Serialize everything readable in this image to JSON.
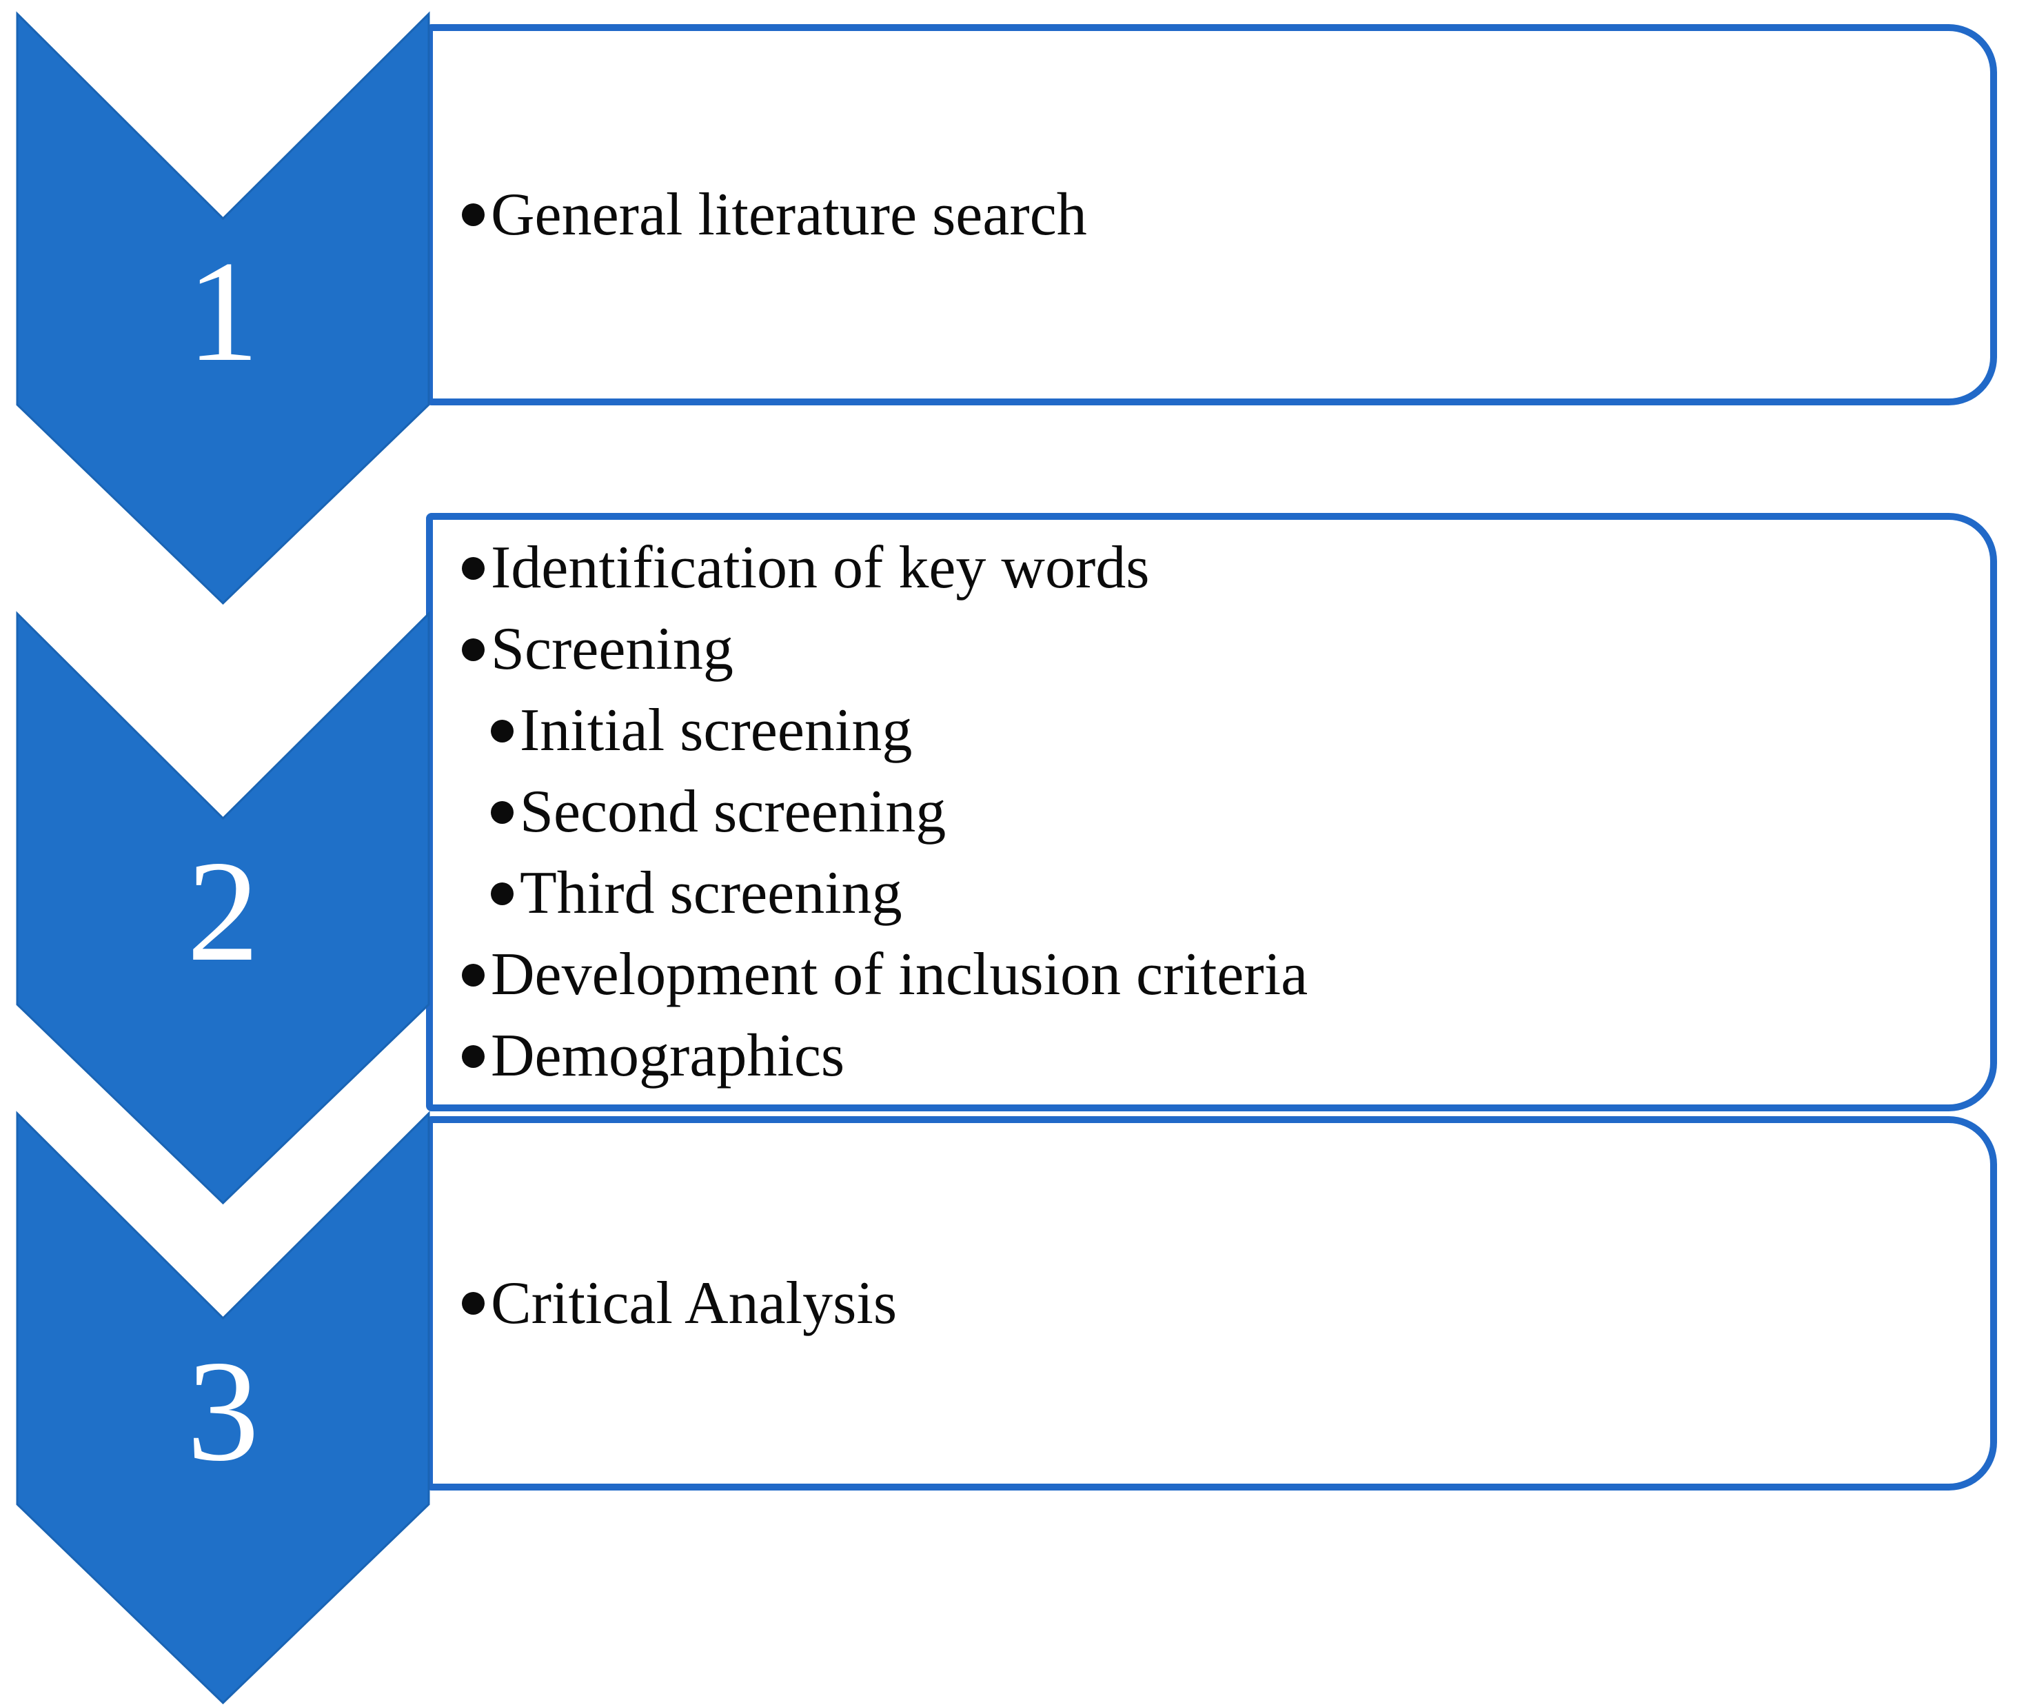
{
  "figure": {
    "type": "process-chevron-diagram",
    "background": "#ffffff",
    "colors": {
      "chevron_fill": "#1F70C8",
      "chevron_stroke": "#1A64B4",
      "box_border": "#2169C8",
      "box_fill": "#ffffff",
      "text": "#0b0b0b",
      "number_text": "#ffffff",
      "bullet": "#0b0b0b"
    },
    "icons": {
      "bullet_icon": "filled-circle",
      "chevron_icon": "down-chevron-arrow"
    },
    "steps": [
      {
        "number": "1",
        "items": [
          {
            "level": 1,
            "text": "General literature search"
          }
        ]
      },
      {
        "number": "2",
        "items": [
          {
            "level": 1,
            "text": "Identification of key words"
          },
          {
            "level": 1,
            "text": "Screening"
          },
          {
            "level": 2,
            "text": "Initial screening"
          },
          {
            "level": 2,
            "text": "Second screening"
          },
          {
            "level": 2,
            "text": "Third screening"
          },
          {
            "level": 1,
            "text": "Development of inclusion criteria"
          },
          {
            "level": 1,
            "text": "Demographics"
          }
        ]
      },
      {
        "number": "3",
        "items": [
          {
            "level": 1,
            "text": "Critical Analysis"
          }
        ]
      }
    ]
  }
}
